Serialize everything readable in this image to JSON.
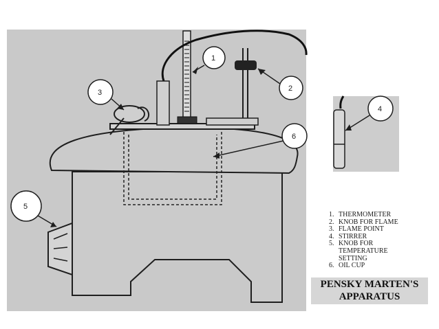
{
  "callouts": [
    "1",
    "2",
    "3",
    "4",
    "5",
    "6"
  ],
  "legend": [
    {
      "num": "1.",
      "text": "THERMOMETER"
    },
    {
      "num": "2.",
      "text": "KNOB FOR FLAME"
    },
    {
      "num": "3.",
      "text": "FLAME POINT"
    },
    {
      "num": "4.",
      "text": "STIRRER"
    },
    {
      "num": "5.",
      "text": "KNOB FOR\nTEMPERATURE\nSETTING"
    },
    {
      "num": "6.",
      "text": "OIL CUP"
    }
  ],
  "title": {
    "line1": "PENSKY MARTEN'S",
    "line2": "APPARATUS"
  }
}
